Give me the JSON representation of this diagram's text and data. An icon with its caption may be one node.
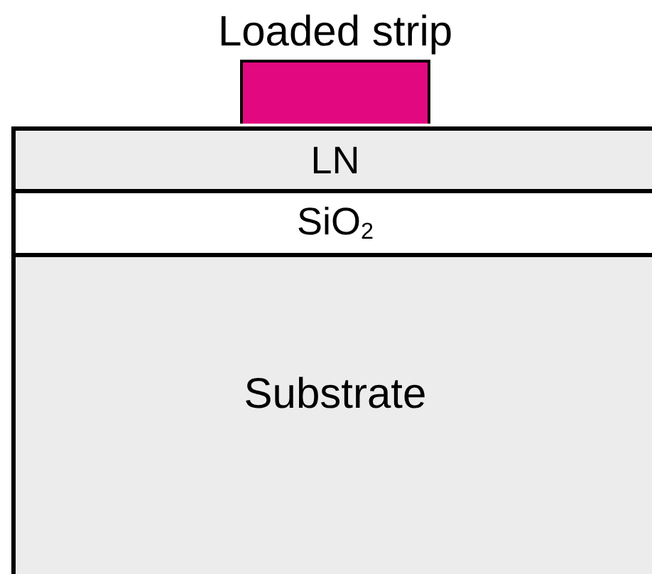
{
  "diagram": {
    "nodes": [
      {
        "text": [
          "Loaded strip"
        ]
      },
      {
        "text": [
          "LN"
        ]
      },
      {
        "text": [
          "SiO$_{2}$"
        ]
      },
      {
        "text": [
          "Substrate"
        ]
      }
    ]
  }
}
